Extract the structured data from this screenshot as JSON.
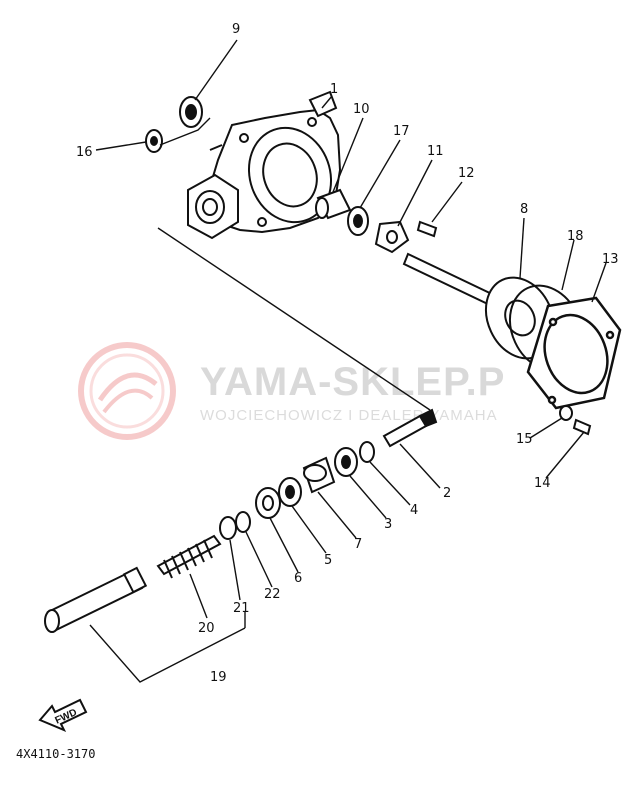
{
  "watermark": {
    "title": "YAMA-SKLEP.P",
    "subtitle": "WOJCIECHOWICZ I DEALER YAMAHA"
  },
  "callouts": [
    {
      "id": "p1",
      "label": "1"
    },
    {
      "id": "p2",
      "label": "2"
    },
    {
      "id": "p3",
      "label": "3"
    },
    {
      "id": "p4",
      "label": "4"
    },
    {
      "id": "p5",
      "label": "5"
    },
    {
      "id": "p6",
      "label": "6"
    },
    {
      "id": "p7",
      "label": "7"
    },
    {
      "id": "p8",
      "label": "8"
    },
    {
      "id": "p9",
      "label": "9"
    },
    {
      "id": "p10",
      "label": "10"
    },
    {
      "id": "p11",
      "label": "11"
    },
    {
      "id": "p12",
      "label": "12"
    },
    {
      "id": "p13",
      "label": "13"
    },
    {
      "id": "p14",
      "label": "14"
    },
    {
      "id": "p15",
      "label": "15"
    },
    {
      "id": "p16",
      "label": "16"
    },
    {
      "id": "p17",
      "label": "17"
    },
    {
      "id": "p18",
      "label": "18"
    },
    {
      "id": "p19",
      "label": "19"
    },
    {
      "id": "p20",
      "label": "20"
    },
    {
      "id": "p21",
      "label": "21"
    },
    {
      "id": "p22",
      "label": "22"
    }
  ],
  "fwd_label": "FWD",
  "drawing_code": "4X4110-3170",
  "colors": {
    "line": "#111111",
    "watermark_logo": "#f3b8b8",
    "watermark_text": "#d9d9d9"
  }
}
